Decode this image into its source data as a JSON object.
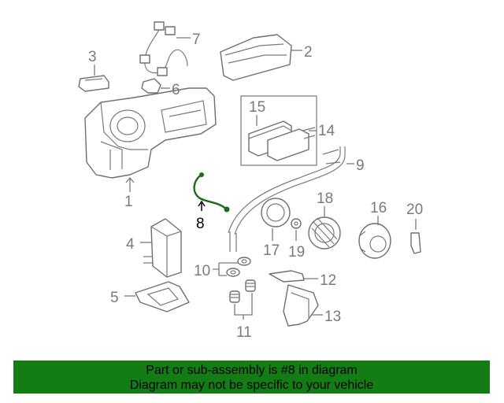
{
  "callouts": {
    "c1": "1",
    "c2": "2",
    "c3": "3",
    "c4": "4",
    "c5": "5",
    "c6": "6",
    "c7": "7",
    "c8": "8",
    "c9": "9",
    "c10": "10",
    "c11": "11",
    "c12": "12",
    "c13": "13",
    "c14": "14",
    "c15": "15",
    "c16": "16",
    "c17": "17",
    "c18": "18",
    "c19": "19",
    "c20": "20"
  },
  "highlight_part": "8",
  "colors": {
    "highlight_part": "#1a6b1a",
    "footer_bg": "#147c14",
    "parts_stroke": "#6e6e6e"
  },
  "footer": {
    "line1": "Part or sub-assembly is #8 in diagram",
    "line2": "Diagram may not be specific to your vehicle"
  }
}
